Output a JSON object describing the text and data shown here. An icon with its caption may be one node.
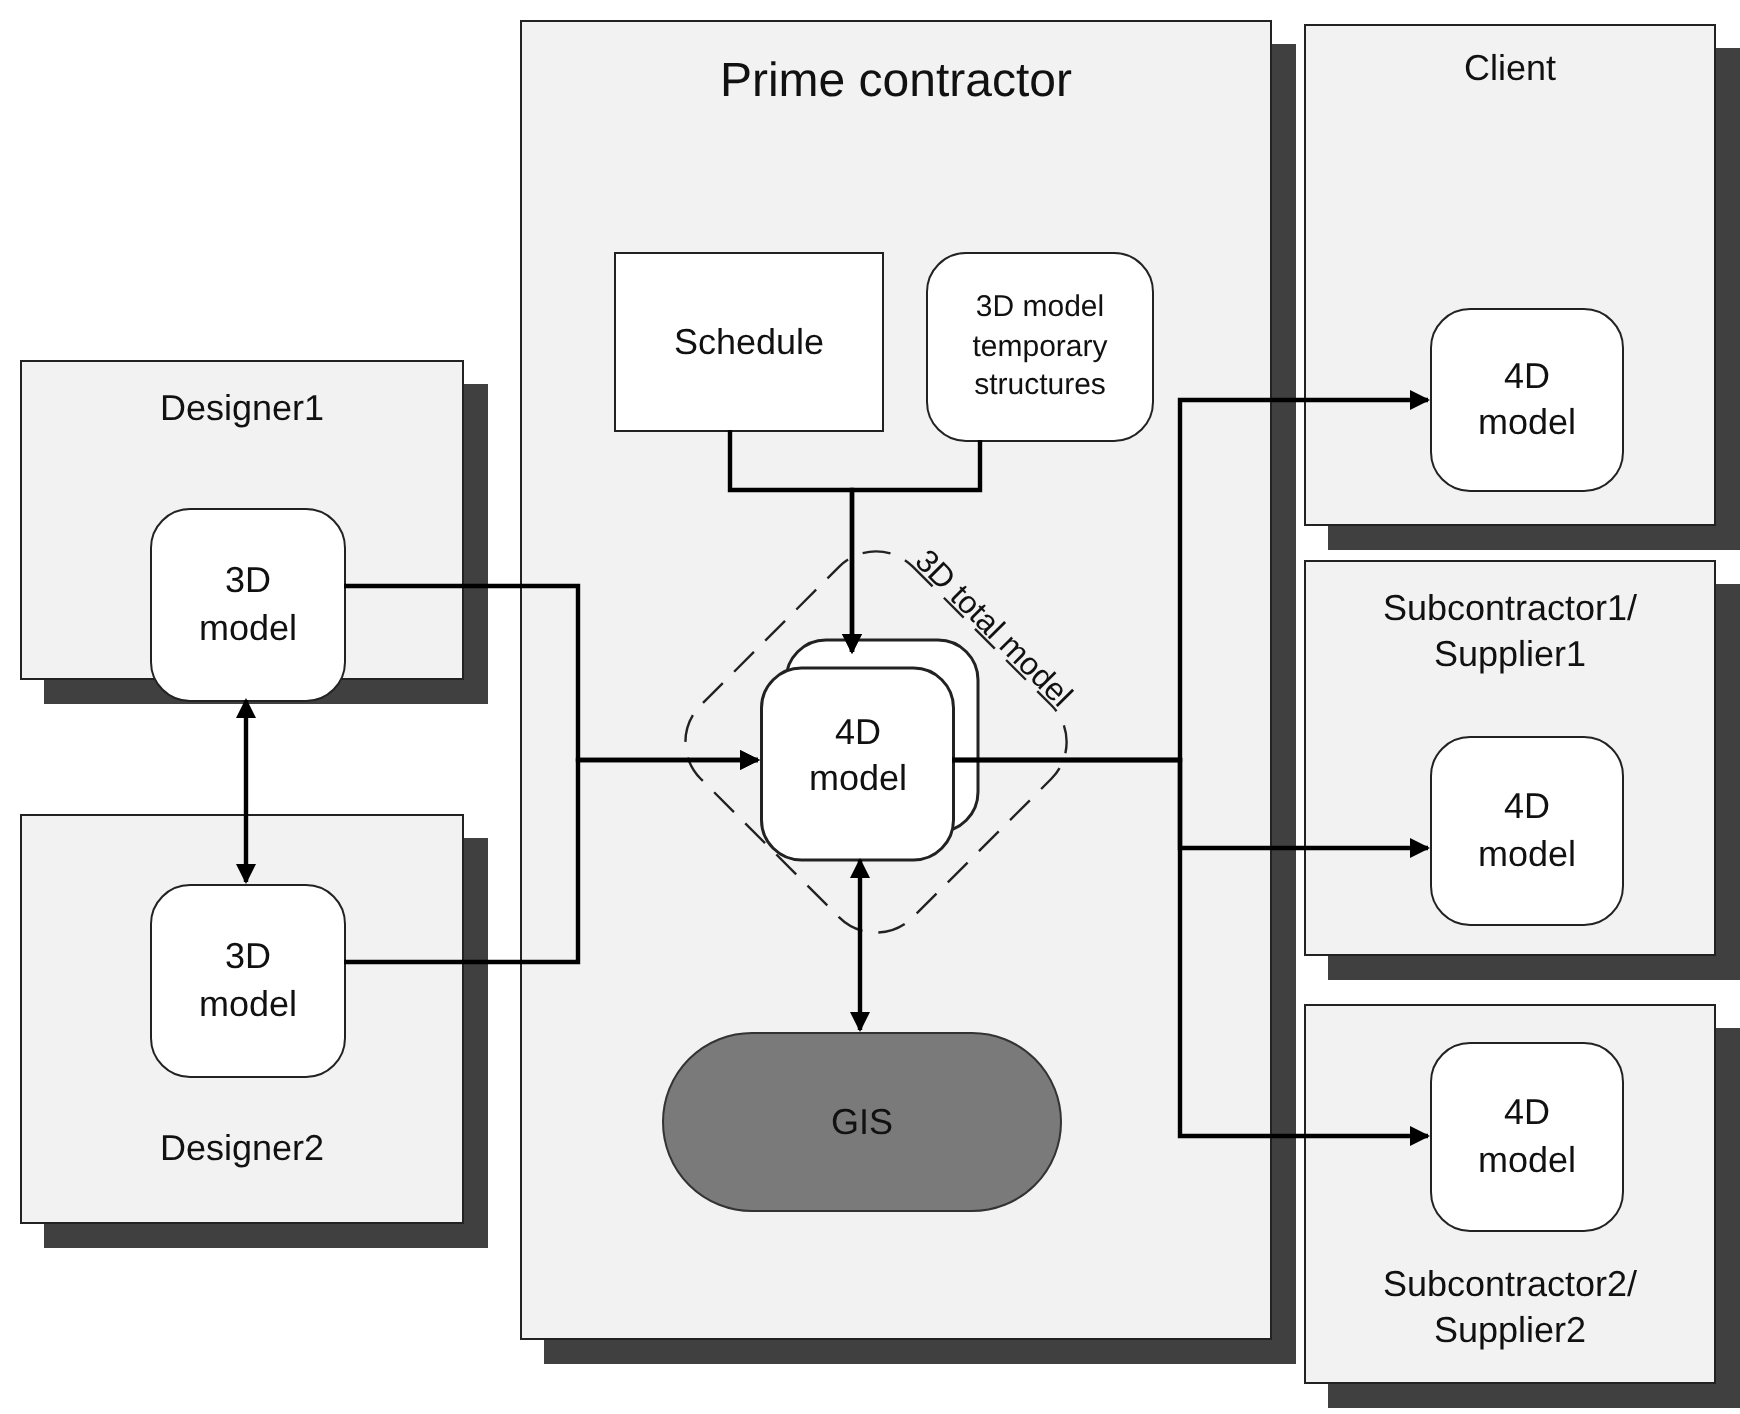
{
  "diagram": {
    "nodes": [
      {
        "text": [
          "Prime contractor"
        ]
      },
      {
        "text": [
          "Schedule"
        ],
        "in": 0
      },
      {
        "text": [
          "3D model temporary structures"
        ],
        "in": 0
      },
      {
        "text": [
          "3D total model"
        ],
        "in": 0
      },
      {
        "text": [
          "4D model"
        ],
        "in": 3
      },
      {
        "text": [
          "GIS"
        ],
        "in": 0
      },
      {
        "text": [
          "Designer1"
        ]
      },
      {
        "text": [
          "3D model"
        ],
        "in": 6
      },
      {
        "text": [
          "Designer2"
        ]
      },
      {
        "text": [
          "3D model"
        ],
        "in": 8
      },
      {
        "text": [
          "Client"
        ]
      },
      {
        "text": [
          "4D model"
        ],
        "in": 10
      },
      {
        "text": [
          "Subcontractor1/ Supplier1"
        ]
      },
      {
        "text": [
          "4D model"
        ],
        "in": 12
      },
      {
        "text": [
          "Subcontractor2/ Supplier2"
        ]
      },
      {
        "text": [
          "4D model"
        ],
        "in": 14
      }
    ],
    "edges": [
      {
        "from": 1,
        "to": 4,
        "arrow": "to"
      },
      {
        "from": 2,
        "to": 4,
        "arrow": "to"
      },
      {
        "from": 7,
        "to": 9,
        "arrow": "both"
      },
      {
        "from": 7,
        "to": 4,
        "arrow": "to"
      },
      {
        "from": 9,
        "to": 4,
        "arrow": "to"
      },
      {
        "from": 4,
        "to": 5,
        "arrow": "both"
      },
      {
        "from": 4,
        "to": 11,
        "arrow": "to"
      },
      {
        "from": 4,
        "to": 13,
        "arrow": "to"
      },
      {
        "from": 4,
        "to": 15,
        "arrow": "to"
      }
    ]
  }
}
